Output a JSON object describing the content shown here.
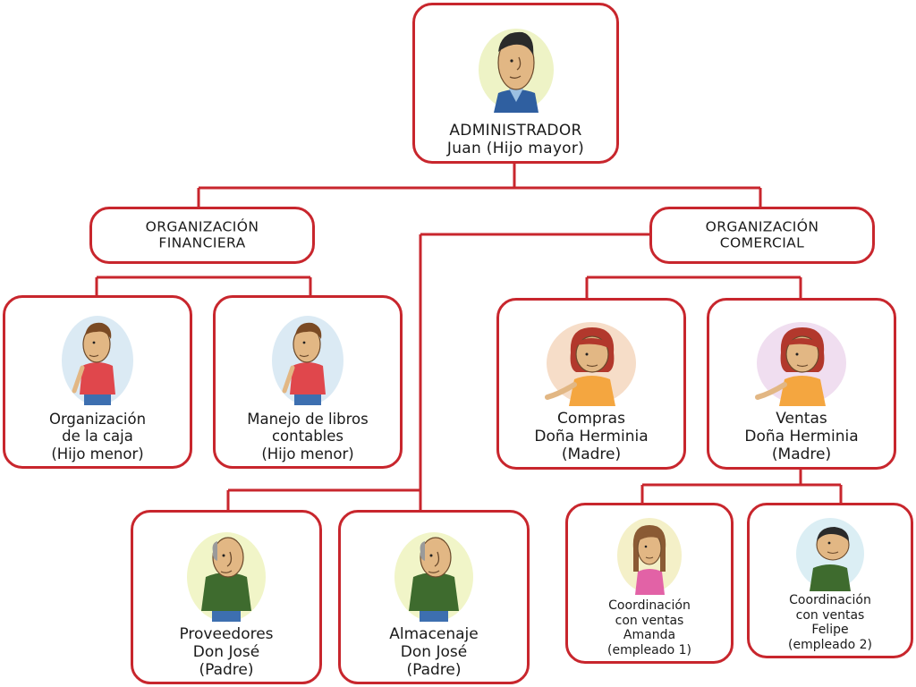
{
  "connector_color": "#c8262d",
  "admin": {
    "role": "ADMINISTRADOR",
    "person": "Juan (Hijo mayor)"
  },
  "financiera": {
    "line1": "ORGANIZACIÓN",
    "line2": "FINANCIERA"
  },
  "comercial": {
    "line1": "ORGANIZACIÓN",
    "line2": "COMERCIAL"
  },
  "caja": {
    "line1": "Organización",
    "line2": "de la caja",
    "line3": "(Hijo menor)"
  },
  "libros": {
    "line1": "Manejo de libros",
    "line2": "contables",
    "line3": "(Hijo menor)"
  },
  "compras": {
    "line1": "Compras",
    "line2": "Doña Herminia",
    "line3": "(Madre)"
  },
  "ventas": {
    "line1": "Ventas",
    "line2": "Doña Herminia",
    "line3": "(Madre)"
  },
  "proveedores": {
    "line1": "Proveedores",
    "line2": "Don José",
    "line3": "(Padre)"
  },
  "almacenaje": {
    "line1": "Almacenaje",
    "line2": "Don José",
    "line3": "(Padre)"
  },
  "amanda": {
    "line1": "Coordinación",
    "line2": "con ventas",
    "line3": "Amanda",
    "line4": "(empleado 1)"
  },
  "felipe": {
    "line1": "Coordinación",
    "line2": "con ventas",
    "line3": "Felipe",
    "line4": "(empleado 2)"
  }
}
